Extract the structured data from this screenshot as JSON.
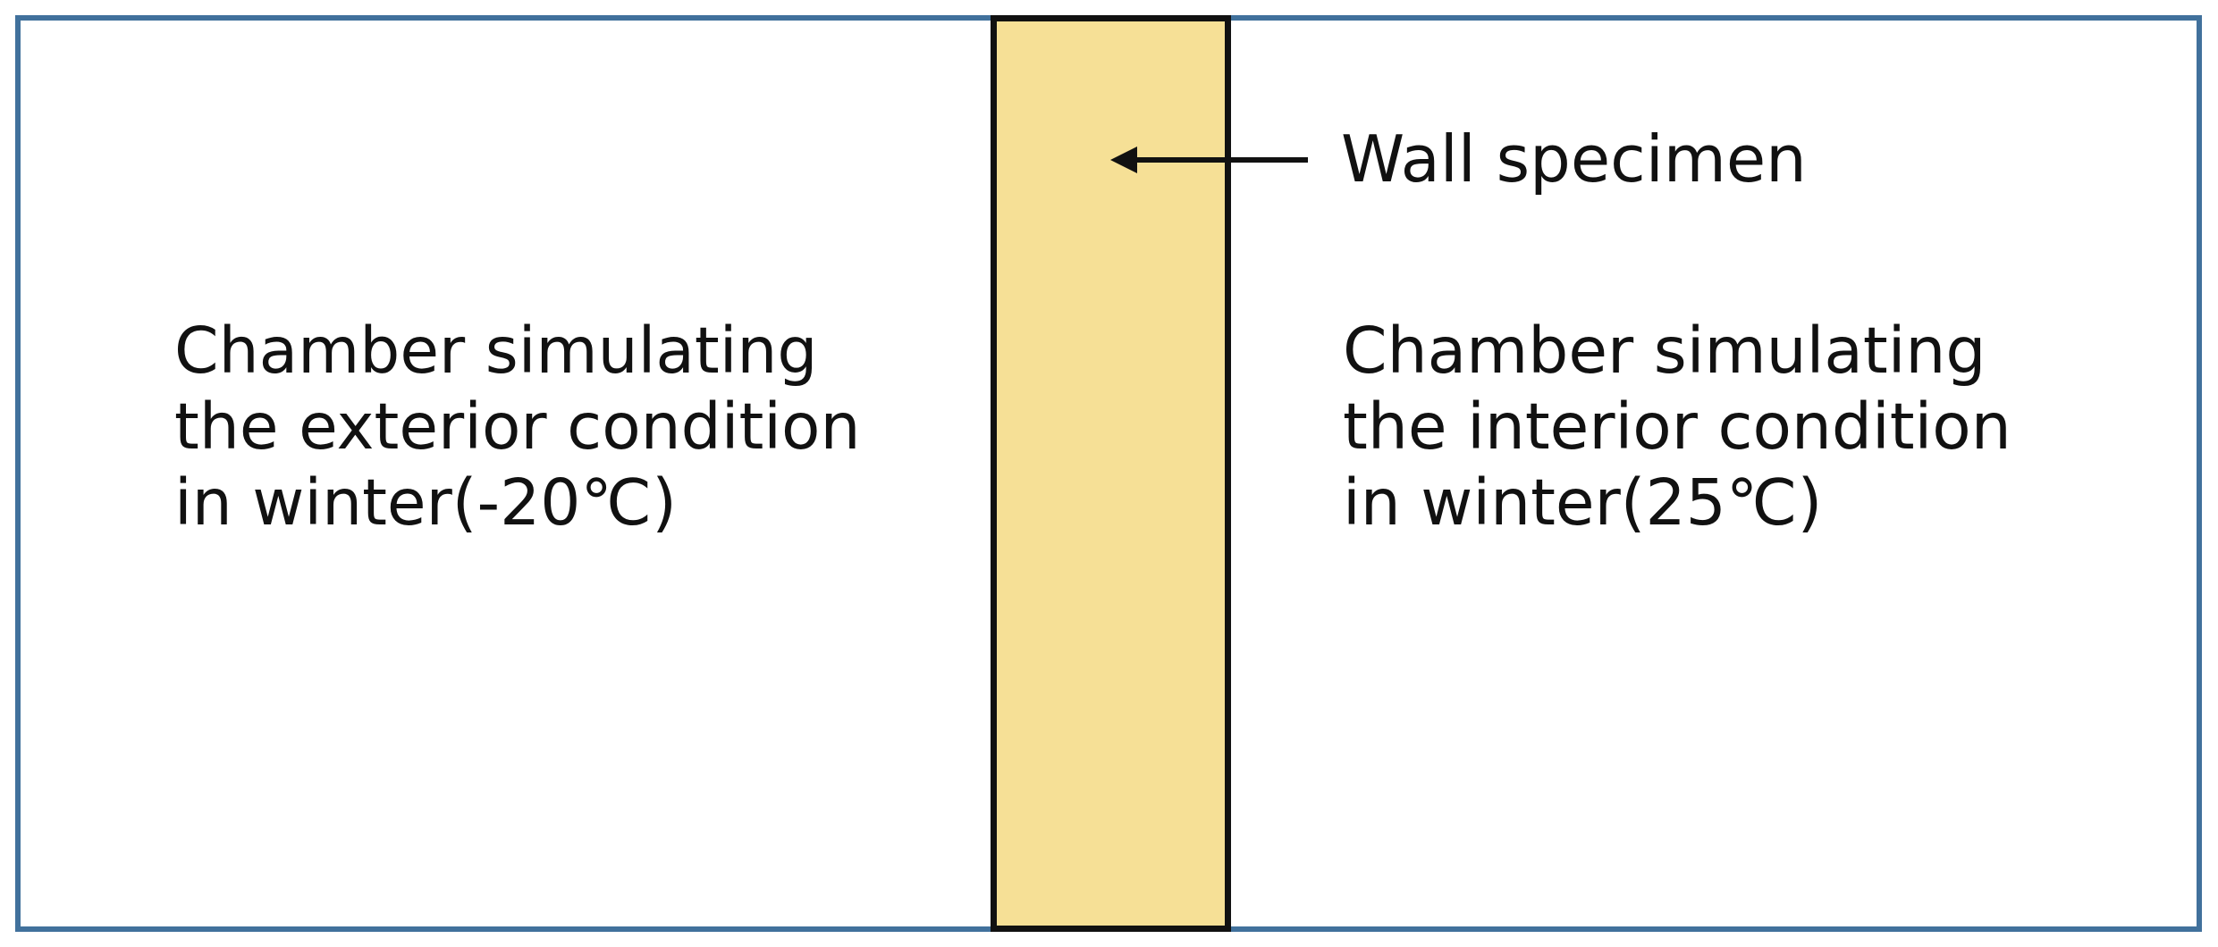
{
  "diagram": {
    "wall_label": "Wall specimen",
    "exterior_chamber": {
      "line1": "Chamber simulating",
      "line2": "the exterior condition",
      "line3": "in winter(-20℃)"
    },
    "interior_chamber": {
      "line1": "Chamber simulating",
      "line2": "the interior condition",
      "line3": "in winter(25℃)"
    },
    "colors": {
      "frame_border": "#41719c",
      "wall_fill": "#f6e096",
      "wall_border": "#111111",
      "text": "#111111"
    }
  }
}
